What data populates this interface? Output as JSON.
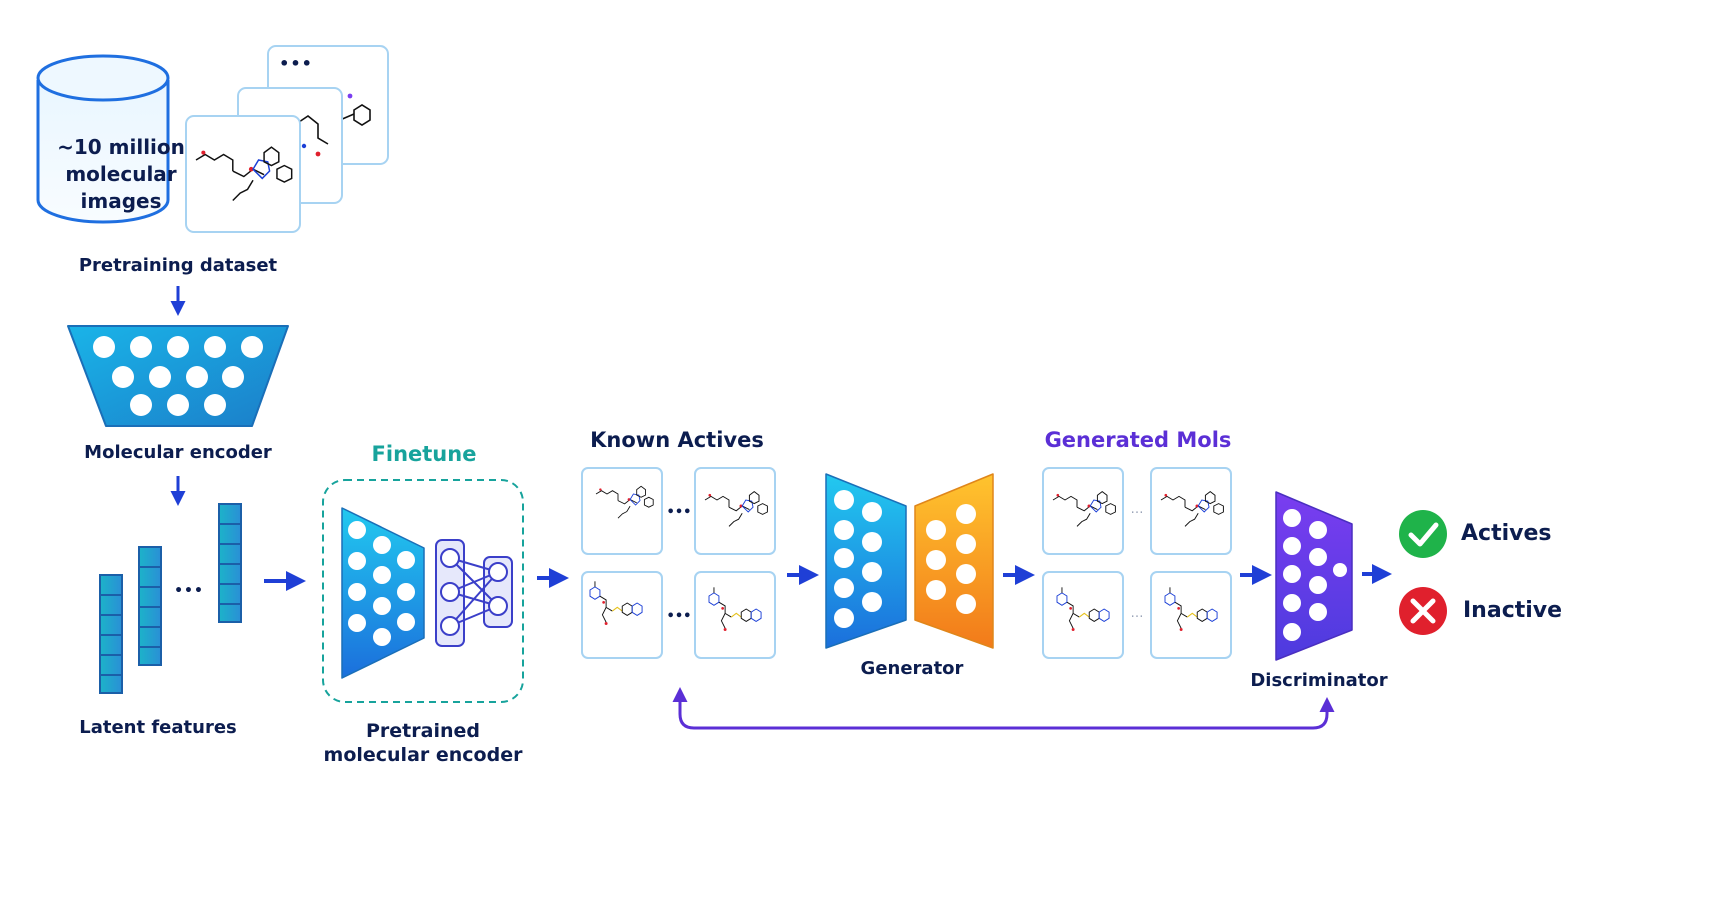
{
  "dataset": {
    "db_text": "~10 million molecular images",
    "ellipsis": "•••",
    "label": "Pretraining dataset"
  },
  "encoder": {
    "label": "Molecular encoder"
  },
  "latent": {
    "label": "Latent features",
    "ellipsis": "•••"
  },
  "finetune": {
    "title": "Finetune",
    "label_line1": "Pretrained",
    "label_line2": "molecular encoder"
  },
  "known_actives": {
    "title": "Known Actives",
    "ellipsis": "•••"
  },
  "generator": {
    "label": "Generator"
  },
  "generated": {
    "title": "Generated Mols",
    "ellipsis": "…"
  },
  "discriminator": {
    "label": "Discriminator"
  },
  "outputs": {
    "active_label": "Actives",
    "inactive_label": "Inactive"
  },
  "colors": {
    "navy": "#0c1d4f",
    "arrow_blue": "#1f3fd6",
    "teal": "#17a39c",
    "purple": "#5b2fd6",
    "check_green": "#1fb34a",
    "cross_red": "#e0202d"
  }
}
